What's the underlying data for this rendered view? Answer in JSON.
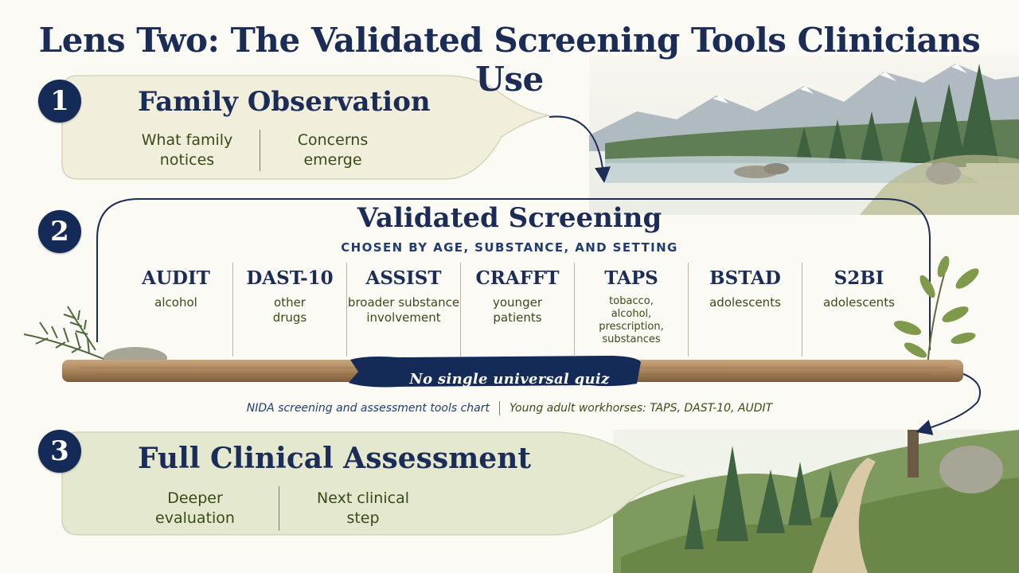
{
  "title": "Lens Two: The Validated Screening Tools Clinicians Use",
  "steps": [
    {
      "number": "1",
      "heading": "Family Observation",
      "items": [
        "What family notices",
        "Concerns emerge"
      ]
    },
    {
      "number": "2",
      "heading": "Validated Screening",
      "subheading": "CHOSEN BY AGE, SUBSTANCE, AND SETTING",
      "tools": [
        {
          "name": "AUDIT",
          "desc": "alcohol"
        },
        {
          "name": "DAST-10",
          "desc": "other drugs"
        },
        {
          "name": "ASSIST",
          "desc": "broader substance involvement"
        },
        {
          "name": "CRAFFT",
          "desc": "younger patients"
        },
        {
          "name": "TAPS",
          "desc": "tobacco, alcohol, prescription, substances"
        },
        {
          "name": "BSTAD",
          "desc": "adolescents"
        },
        {
          "name": "S2BI",
          "desc": "adolescents"
        }
      ],
      "note": "No single universal quiz"
    },
    {
      "number": "3",
      "heading": "Full Clinical Assessment",
      "items": [
        "Deeper evaluation",
        "Next clinical step"
      ]
    }
  ],
  "sources": {
    "left": "NIDA screening and assessment tools chart",
    "right": "Young adult workhorses: TAPS, DAST-10, AUDIT"
  },
  "colors": {
    "navy": "#142a57",
    "olive_text": "#3a4a16",
    "panel_cream": "#f1eedc",
    "panel_green": "#e3e8cf"
  }
}
